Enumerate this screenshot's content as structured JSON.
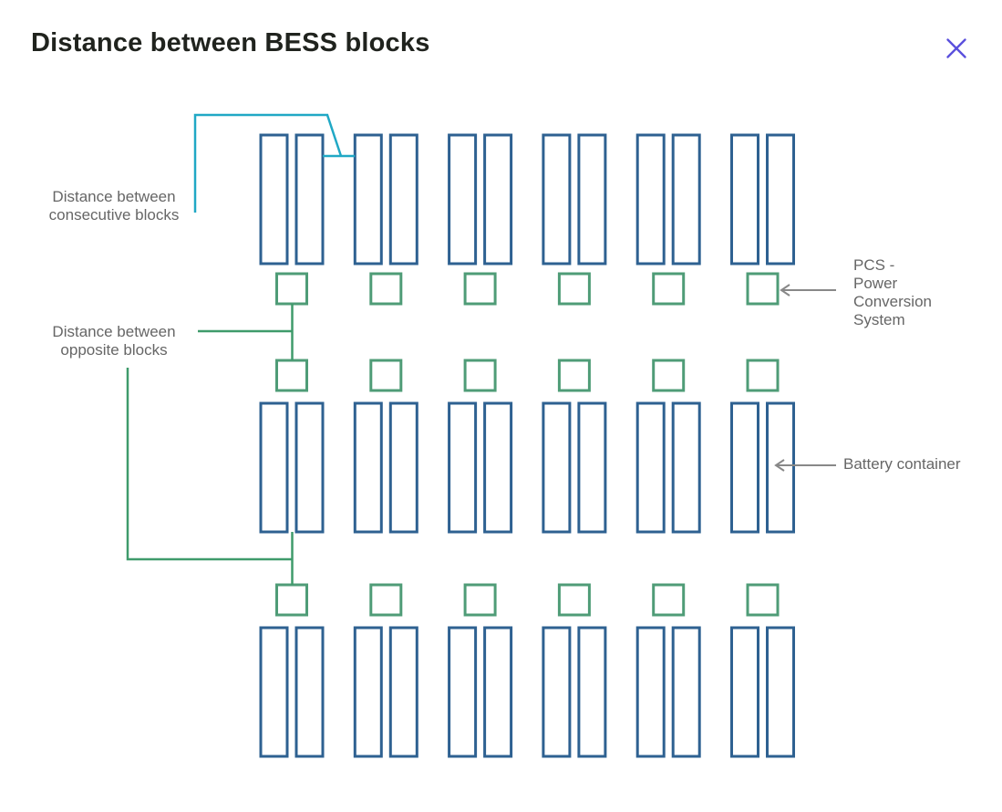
{
  "dialog": {
    "title": "Distance between BESS blocks",
    "close_icon": "close-x"
  },
  "labels": {
    "consecutive": "Distance between\nconsecutive blocks",
    "opposite": "Distance between\nopposite blocks",
    "pcs": "PCS -\nPower\nConversion\nSystem",
    "battery": "Battery container"
  },
  "diagram": {
    "battery_rows": 3,
    "pcs_rows": 3,
    "blocks_per_row": 6,
    "containers_per_block": 2,
    "pcs_units_per_row": 6,
    "colors": {
      "battery_outline": "#2e6191",
      "pcs_outline": "#4f9c77",
      "consecutive_line": "#20a8c5",
      "opposite_line": "#3f9b6b",
      "arrow": "#888888",
      "label_text": "#666666",
      "title_text": "#20231e",
      "close": "#5a50dd"
    }
  }
}
